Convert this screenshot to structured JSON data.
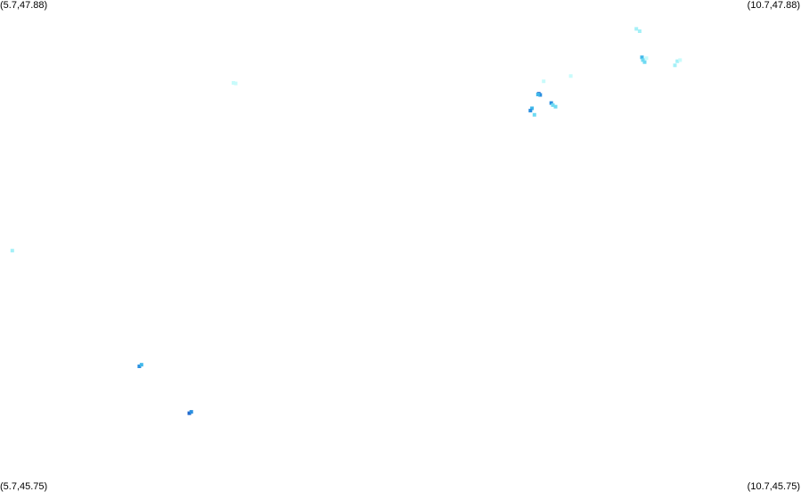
{
  "corners": {
    "top_left": "(5.7,47.88)",
    "top_right": "(10.7,47.88)",
    "bottom_left": "(5.7,45.75)",
    "bottom_right": "(10.7,45.75)"
  },
  "colors": {
    "background": "#ffffff",
    "palette": [
      "#c8fbfb",
      "#a4f0f7",
      "#6fdaf2",
      "#41b8ea",
      "#2a8fe0",
      "#1f66cc"
    ]
  },
  "chart_data": {
    "type": "scatter",
    "xlabel": "",
    "ylabel": "",
    "xlim": [
      5.7,
      10.7
    ],
    "ylim": [
      45.75,
      47.88
    ],
    "points": [
      {
        "lon": 9.672,
        "lat": 47.755,
        "level": 1
      },
      {
        "lon": 9.693,
        "lat": 47.745,
        "level": 1
      },
      {
        "lon": 9.707,
        "lat": 47.632,
        "level": 3
      },
      {
        "lon": 9.713,
        "lat": 47.62,
        "level": 2
      },
      {
        "lon": 9.735,
        "lat": 47.628,
        "level": 0
      },
      {
        "lon": 9.724,
        "lat": 47.611,
        "level": 2
      },
      {
        "lon": 9.928,
        "lat": 47.615,
        "level": 1
      },
      {
        "lon": 9.945,
        "lat": 47.62,
        "level": 0
      },
      {
        "lon": 9.913,
        "lat": 47.597,
        "level": 1
      },
      {
        "lon": 7.157,
        "lat": 47.521,
        "level": 0
      },
      {
        "lon": 7.171,
        "lat": 47.519,
        "level": 0
      },
      {
        "lon": 9.263,
        "lat": 47.551,
        "level": 0
      },
      {
        "lon": 9.094,
        "lat": 47.528,
        "level": 0
      },
      {
        "lon": 9.063,
        "lat": 47.474,
        "level": 5
      },
      {
        "lon": 9.072,
        "lat": 47.469,
        "level": 4
      },
      {
        "lon": 9.058,
        "lat": 47.471,
        "level": 3
      },
      {
        "lon": 9.141,
        "lat": 47.434,
        "level": 4
      },
      {
        "lon": 9.151,
        "lat": 47.425,
        "level": 2
      },
      {
        "lon": 9.168,
        "lat": 47.418,
        "level": 2
      },
      {
        "lon": 9.021,
        "lat": 47.411,
        "level": 3
      },
      {
        "lon": 9.011,
        "lat": 47.401,
        "level": 4
      },
      {
        "lon": 9.036,
        "lat": 47.383,
        "level": 2
      },
      {
        "lon": 5.777,
        "lat": 46.795,
        "level": 1
      },
      {
        "lon": 6.57,
        "lat": 46.294,
        "level": 4
      },
      {
        "lon": 6.583,
        "lat": 46.301,
        "level": 3
      },
      {
        "lon": 6.882,
        "lat": 46.091,
        "level": 5
      },
      {
        "lon": 6.894,
        "lat": 46.097,
        "level": 4
      }
    ]
  }
}
